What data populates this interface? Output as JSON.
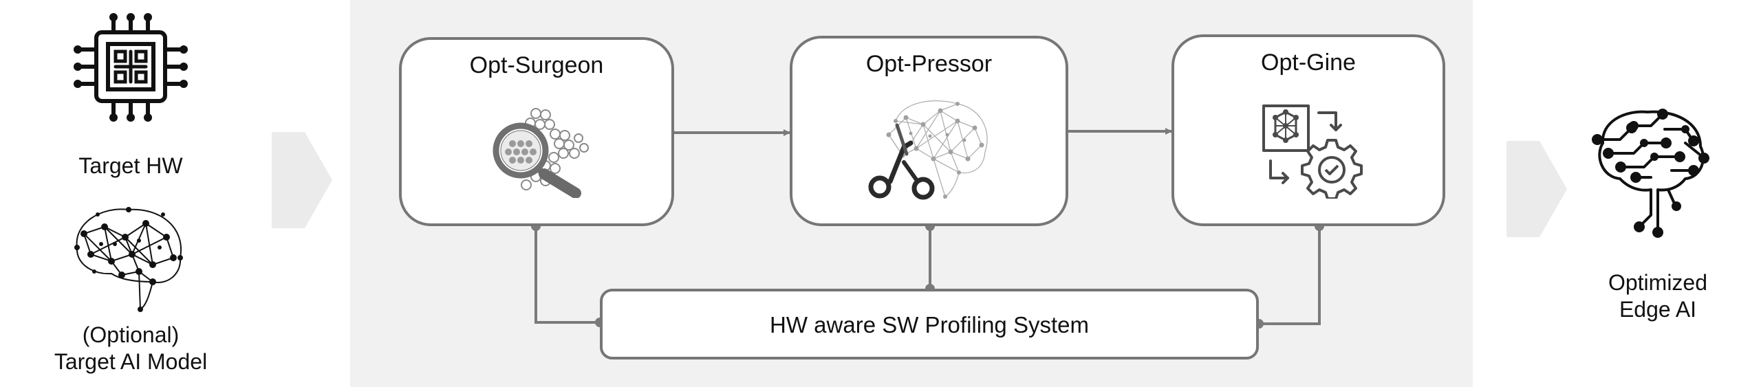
{
  "inputs": {
    "target_hw_label": "Target HW",
    "target_model_line1": "(Optional)",
    "target_model_line2": "Target AI Model"
  },
  "modules": [
    {
      "title": "Opt-Surgeon",
      "icon": "magnifier-network-icon"
    },
    {
      "title": "Opt-Pressor",
      "icon": "brain-scissors-icon"
    },
    {
      "title": "Opt-Gine",
      "icon": "network-gear-icon"
    }
  ],
  "profiling": {
    "label": "HW aware SW Profiling System"
  },
  "output": {
    "line1": "Optimized",
    "line2": "Edge AI",
    "icon": "circuit-brain-icon"
  },
  "colors": {
    "panel": "#f1f1f1",
    "border": "#767676",
    "connector": "#7a7a7a",
    "chevron": "#ebebeb"
  }
}
